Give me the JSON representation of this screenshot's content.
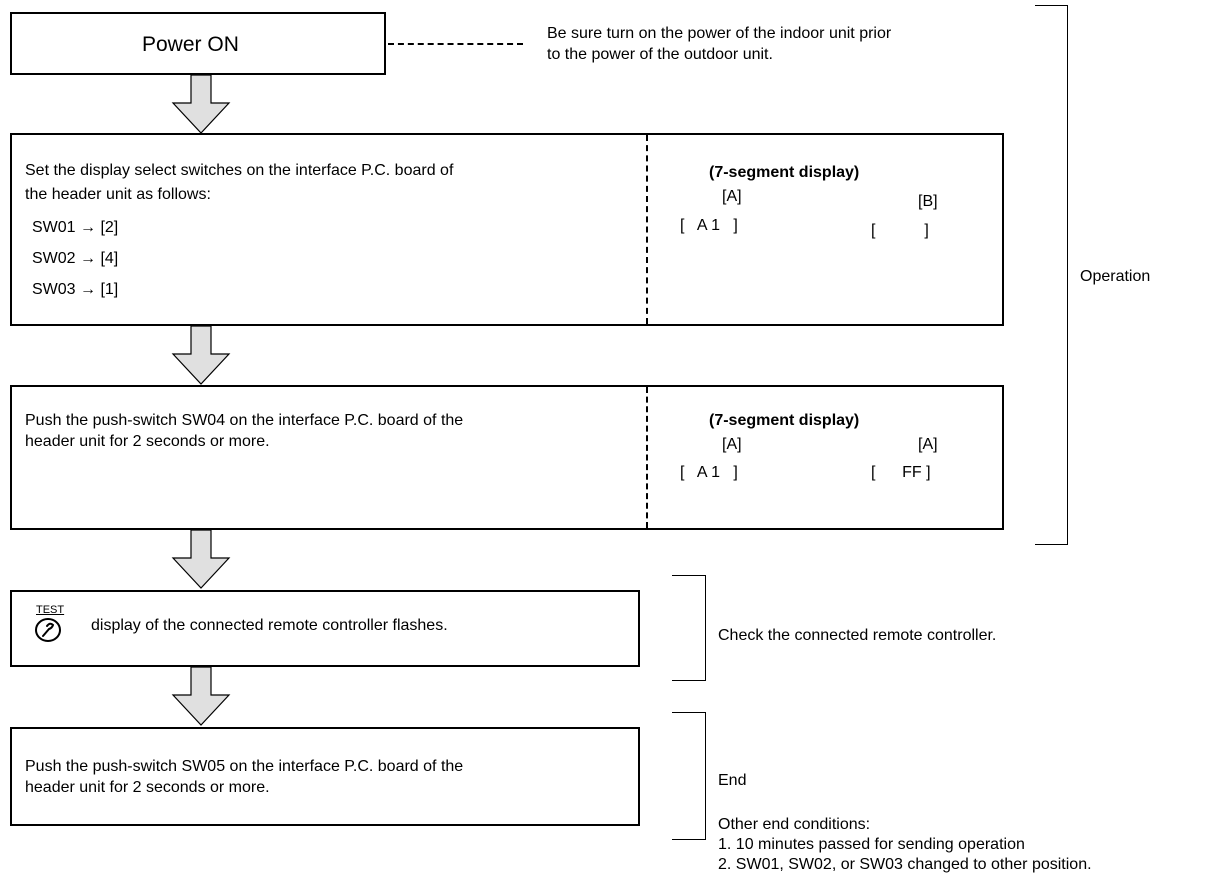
{
  "step1": {
    "title": "Power ON",
    "note_line1": "Be sure turn on the power of the indoor unit prior",
    "note_line2": "to the power of the outdoor unit."
  },
  "step2": {
    "text_line1": "Set the display select switches on the interface P.C. board of",
    "text_line2": "the header unit as follows:",
    "switches": [
      "SW01 → [2]",
      "SW02 → [4]",
      "SW03 → [1]"
    ],
    "display_title": "(7-segment display)",
    "label_a": "[A]",
    "label_b": "[B]",
    "value_a": "[   A 1   ]",
    "value_b": "[           ]"
  },
  "step3": {
    "text_line1": "Push the push-switch SW04 on the interface P.C. board of the",
    "text_line2": "header unit for 2 seconds or more.",
    "display_title": "(7-segment display)",
    "label_a": "[A]",
    "label_b": "[A]",
    "value_a": "[   A 1   ]",
    "value_b": "[      FF ]"
  },
  "step4": {
    "icon_label": "TEST",
    "text": "display of the connected remote controller flashes.",
    "note": "Check the connected remote controller."
  },
  "step5": {
    "text_line1": "Push the push-switch SW05 on the interface P.C. board of the",
    "text_line2": "header unit for 2 seconds or more.",
    "end_label": "End",
    "conditions_title": "Other end conditions:",
    "condition1": "1. 10 minutes passed for sending operation",
    "condition2": "2. SW01, SW02, or SW03 changed to other position."
  },
  "operation_label": "Operation"
}
